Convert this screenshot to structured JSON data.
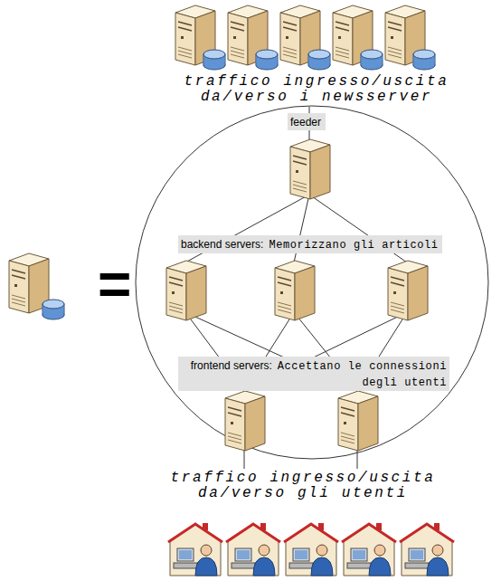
{
  "diagram": {
    "nodes": [
      {
        "text": [
          "feeder"
        ]
      },
      {
        "text": [
          "backend servers:",
          "Memorizzano gli articoli"
        ]
      },
      {
        "text": [
          "frontend servers:",
          "Accettano le connessioni degli utenti"
        ]
      }
    ],
    "labels": [
      "traffico ingresso/uscita da/verso i newsserver",
      "=",
      "traffico ingresso/uscita da/verso gli utenti"
    ]
  }
}
